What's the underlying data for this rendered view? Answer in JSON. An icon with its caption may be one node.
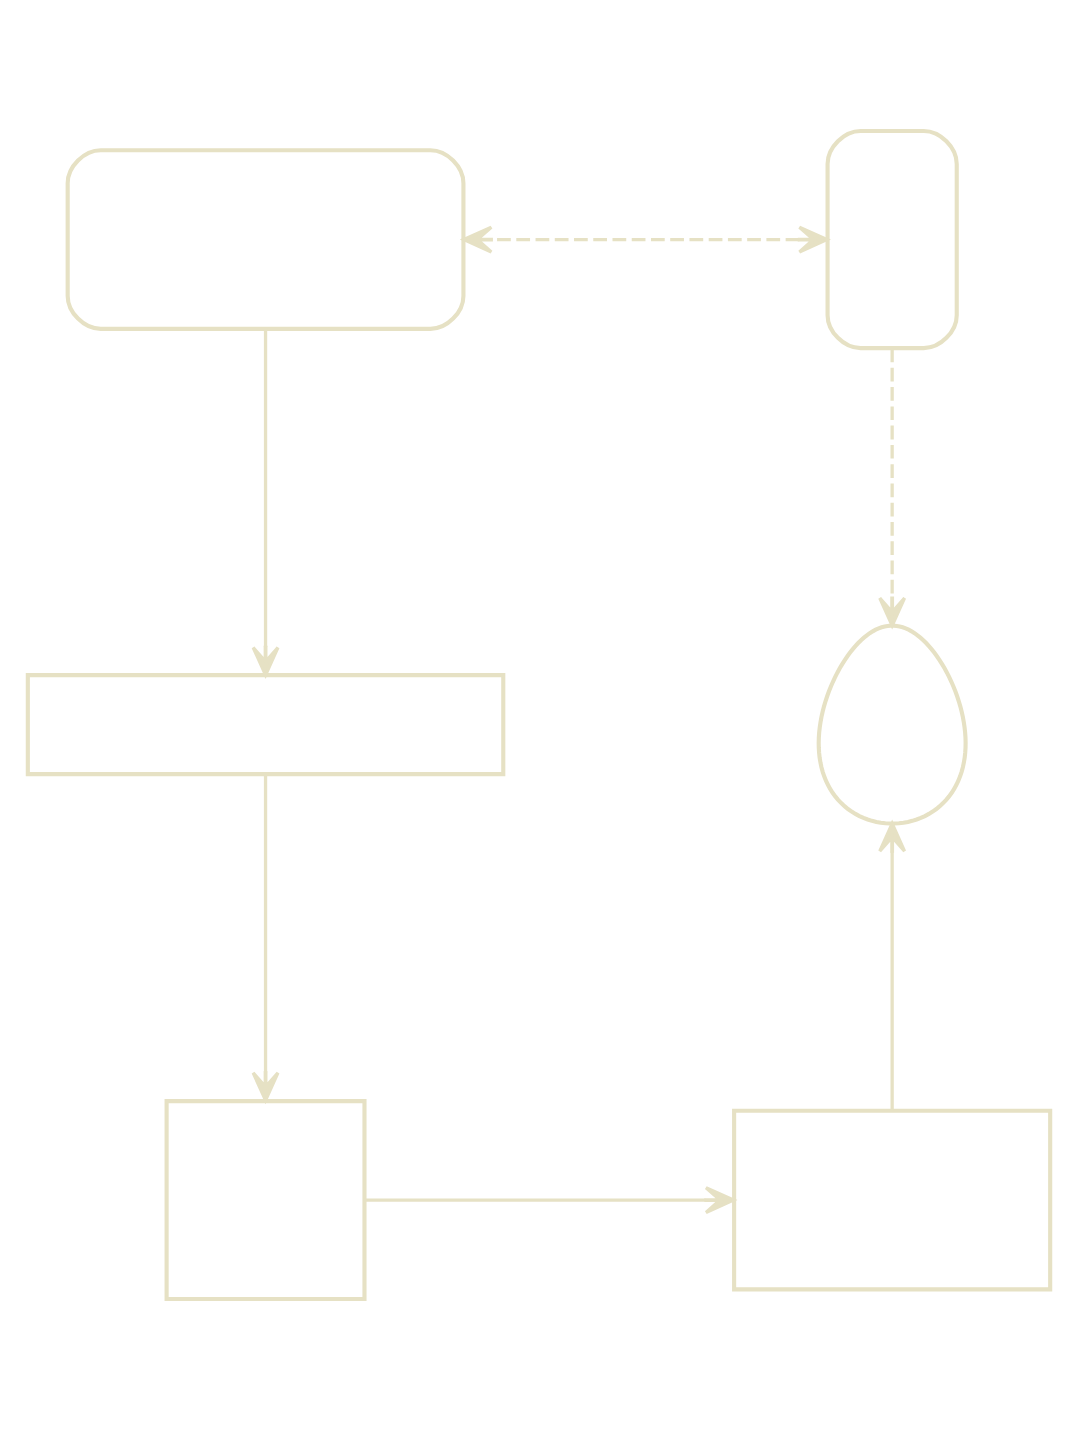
{
  "diagram": {
    "nodes": [
      {
        "text": [],
        "shape": "box"
      },
      {
        "text": [],
        "shape": "box"
      },
      {
        "text": [],
        "shape": "box"
      },
      {
        "text": [],
        "shape": "picture"
      },
      {
        "text": [],
        "shape": "box"
      },
      {
        "text": [],
        "shape": "box"
      }
    ],
    "edges": [
      {
        "from": 1,
        "to": 0,
        "arrow": "both",
        "style": "dashed"
      },
      {
        "from": 0,
        "to": 2,
        "arrow": "to"
      },
      {
        "from": 1,
        "to": 3,
        "arrow": "to",
        "style": "dashed"
      },
      {
        "from": 2,
        "to": 4,
        "arrow": "to"
      },
      {
        "from": 5,
        "to": 3,
        "arrow": "to"
      },
      {
        "from": 4,
        "to": 5,
        "arrow": "to"
      }
    ]
  }
}
